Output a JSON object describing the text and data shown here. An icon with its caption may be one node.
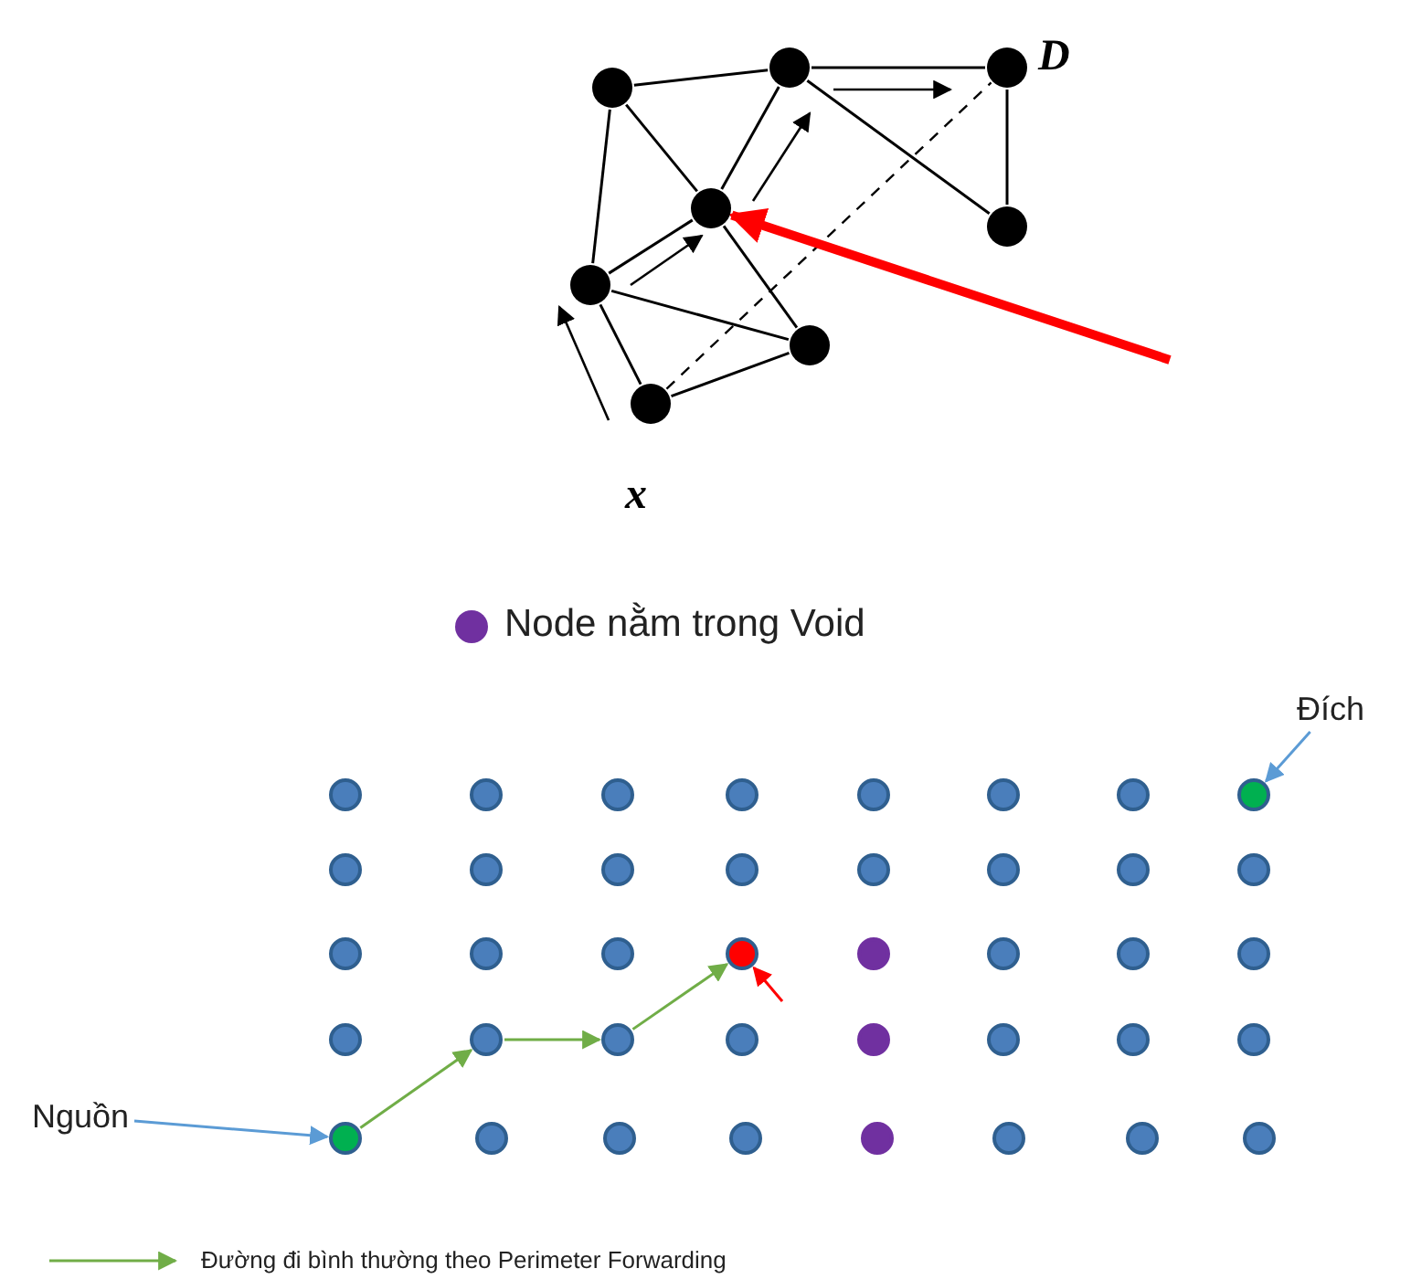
{
  "diagram": {
    "nodes": [
      {
        "text": [],
        "shape": "circle"
      },
      {
        "text": [],
        "shape": "circle"
      },
      {
        "text": [],
        "shape": "circle",
        "beside": [
          "D"
        ]
      },
      {
        "text": [],
        "shape": "circle"
      },
      {
        "text": [],
        "shape": "circle"
      },
      {
        "text": [],
        "shape": "circle"
      },
      {
        "text": [],
        "shape": "circle"
      },
      {
        "text": [],
        "shape": "circle",
        "beside": [
          "x"
        ]
      },
      {
        "text": [
          "Đích"
        ]
      },
      {
        "text": [],
        "shape": "circle"
      },
      {
        "text": [],
        "shape": "circle"
      },
      {
        "text": [],
        "shape": "circle"
      },
      {
        "text": [],
        "shape": "circle"
      },
      {
        "text": [],
        "shape": "circle"
      },
      {
        "text": [],
        "shape": "circle"
      },
      {
        "text": [],
        "shape": "circle"
      },
      {
        "text": [],
        "shape": "circle"
      },
      {
        "text": [],
        "shape": "circle"
      },
      {
        "text": [],
        "shape": "circle"
      },
      {
        "text": [],
        "shape": "circle"
      },
      {
        "text": [],
        "shape": "circle"
      },
      {
        "text": [],
        "shape": "circle"
      },
      {
        "text": [],
        "shape": "circle"
      },
      {
        "text": [],
        "shape": "circle"
      },
      {
        "text": [],
        "shape": "circle"
      },
      {
        "text": [],
        "shape": "circle"
      },
      {
        "text": [],
        "shape": "circle"
      },
      {
        "text": [],
        "shape": "circle"
      },
      {
        "text": [],
        "shape": "circle"
      },
      {
        "text": [],
        "shape": "circle"
      },
      {
        "text": [],
        "shape": "circle"
      },
      {
        "text": [],
        "shape": "circle"
      },
      {
        "text": [],
        "shape": "circle"
      },
      {
        "text": [],
        "shape": "circle"
      },
      {
        "text": [],
        "shape": "circle"
      },
      {
        "text": [],
        "shape": "circle"
      },
      {
        "text": [],
        "shape": "circle"
      },
      {
        "text": [],
        "shape": "circle"
      },
      {
        "text": [],
        "shape": "circle"
      },
      {
        "text": [],
        "shape": "circle"
      },
      {
        "text": [],
        "shape": "circle"
      },
      {
        "text": [],
        "shape": "circle"
      },
      {
        "text": [],
        "shape": "circle"
      },
      {
        "text": [],
        "shape": "circle"
      },
      {
        "text": [],
        "shape": "circle"
      },
      {
        "text": [],
        "shape": "circle"
      },
      {
        "text": [],
        "shape": "circle"
      },
      {
        "text": [],
        "shape": "circle"
      },
      {
        "text": [],
        "shape": "circle"
      },
      {
        "text": [
          "Nguồn"
        ]
      }
    ],
    "edges": [
      {
        "from": 0,
        "to": 1,
        "arrow": "none"
      },
      {
        "from": 0,
        "to": 3,
        "arrow": "none"
      },
      {
        "from": 0,
        "to": 5,
        "arrow": "none"
      },
      {
        "from": 1,
        "to": 2,
        "arrow": "none"
      },
      {
        "from": 1,
        "to": 3,
        "arrow": "none"
      },
      {
        "from": 1,
        "to": 4,
        "arrow": "none"
      },
      {
        "from": 2,
        "to": 4,
        "arrow": "none"
      },
      {
        "from": 3,
        "to": 5,
        "arrow": "none"
      },
      {
        "from": 3,
        "to": 6,
        "arrow": "none"
      },
      {
        "from": 5,
        "to": 6,
        "arrow": "none"
      },
      {
        "from": 5,
        "to": 7,
        "arrow": "none"
      },
      {
        "from": 7,
        "to": 6,
        "arrow": "none"
      },
      {
        "from": 7,
        "to": 2,
        "arrow": "none",
        "style": "dashed"
      },
      {
        "from": null,
        "to": 3,
        "arrow": "to",
        "style": "thick",
        "color": "#ff0000"
      },
      {
        "from": 8,
        "to": 16,
        "arrow": "to",
        "color": "#5b9bd5"
      },
      {
        "from": 49,
        "to": 41,
        "arrow": "to",
        "color": "#5b9bd5"
      },
      {
        "from": 41,
        "to": 34,
        "arrow": "to",
        "color": "#70ad47"
      },
      {
        "from": 34,
        "to": 35,
        "arrow": "to",
        "color": "#70ad47"
      },
      {
        "from": 35,
        "to": 28,
        "arrow": "to",
        "color": "#70ad47"
      },
      {
        "from": null,
        "to": 28,
        "arrow": "to",
        "color": "#ff0000"
      }
    ],
    "legend": [
      {
        "text": "Node nằm trong Void",
        "color": "#7030a0"
      },
      {
        "text": "Đường đi bình thường theo Perimeter Forwarding"
      }
    ]
  }
}
